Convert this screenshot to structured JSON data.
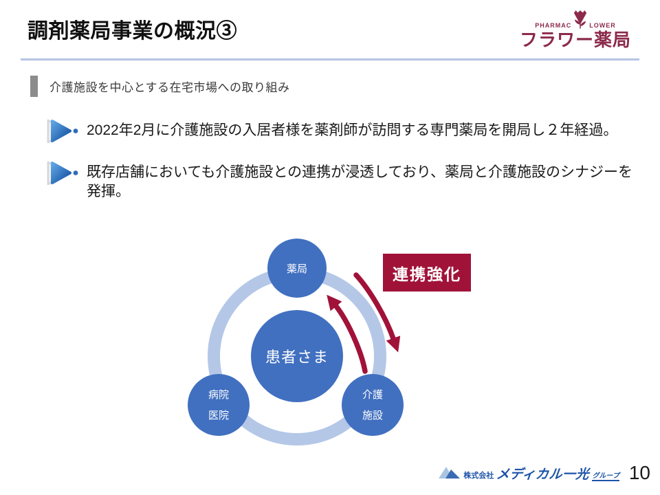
{
  "colors": {
    "accent_red": "#A11239",
    "circle_blue": "#4170C0",
    "ring_blue": "#B4C7E7",
    "brand_maroon": "#8C2A4B",
    "footer_blue": "#1C52A8",
    "divider_blue": "#B5C3E3",
    "section_bar_gray": "#8C8C8C"
  },
  "header": {
    "title": "調剤薬局事業の概況③",
    "logo": {
      "pharmac": "PHARMAC",
      "lower": "LOWER",
      "name": "フラワー薬局",
      "icon": "tulip-flower-icon"
    }
  },
  "section": {
    "heading": "介護施設を中心とする在宅市場への取り組み"
  },
  "bullets": [
    {
      "icon": "blue-play-arrow-icon",
      "text": "2022年2月に介護施設の入居者様を薬剤師が訪問する専門薬局を開局し２年経過。"
    },
    {
      "icon": "blue-play-arrow-icon",
      "text": "既存店舗においても介護施設との連携が浸透しており、薬局と介護施設のシナジーを発揮。"
    }
  ],
  "diagram": {
    "center_circle": "患者さま",
    "top_circle": "薬局",
    "bottom_left_circle": [
      "病院",
      "医院"
    ],
    "bottom_right_circle": [
      "介護",
      "施設"
    ],
    "callout": "連携強化",
    "arrow": "two-way-curved-arrow"
  },
  "footer": {
    "company_prefix": "株式会社",
    "company_name": "メディカル一光",
    "company_suffix": "グループ",
    "page_number": "10"
  }
}
